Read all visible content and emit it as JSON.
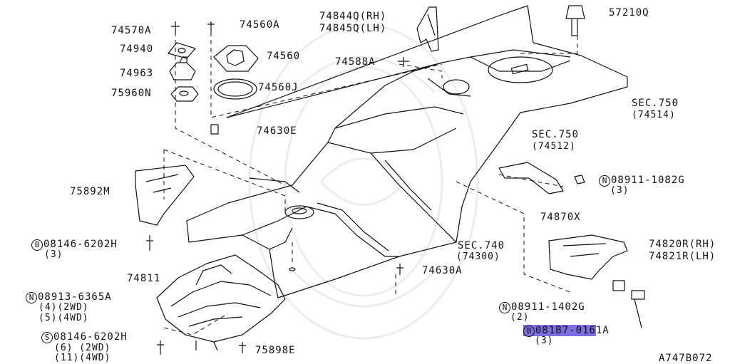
{
  "diagram_code": "A747B072",
  "parts": {
    "p74570A": "74570A",
    "p74940": "74940",
    "p74963": "74963",
    "p75960N": "75960N",
    "p74560A": "74560A",
    "p74560": "74560",
    "p74560J": "74560J",
    "p74630E": "74630E",
    "p74844Q": "74844Q(RH)",
    "p74845Q": "74845Q(LH)",
    "p74588A": "74588A",
    "p57210Q": "57210Q",
    "sec750a": "SEC.750",
    "sec750a_sub": "(74514)",
    "sec750b": "SEC.750",
    "sec750b_sub": "(74512)",
    "p75892M": "75892M",
    "p08911_1082G": "08911-1082G",
    "p08911_1082G_qty": "(3)",
    "p74870X": "74870X",
    "p08146_6202H_a": "08146-6202H",
    "p08146_6202H_a_qty": "(3)",
    "sec740": "SEC.740",
    "sec740_sub": "(74300)",
    "p74820R": "74820R(RH)",
    "p74821R": "74821R(LH)",
    "p74811": "74811",
    "p74630A": "74630A",
    "p08913_6365A": "08913-6365A",
    "p08913_6365A_q1": "(4)(2WD)",
    "p08913_6365A_q2": "(5)(4WD)",
    "p08911_1402G": "08911-1402G",
    "p08911_1402G_qty": "(2)",
    "p08146_6202H_b": "08146-6202H",
    "p08146_6202H_b_q1": "(6) (2WD)",
    "p08146_6202H_b_q2": "(11)(4WD)",
    "p081B7_0161A_hl": "081B7-016",
    "p081B7_0161A_rest": "1A",
    "p081B7_0161A_qty": "(3)",
    "p75898E": "75898E"
  },
  "symbols": {
    "N": "N",
    "B": "B",
    "S": "S"
  },
  "highlight_color": "#7b6ee0"
}
